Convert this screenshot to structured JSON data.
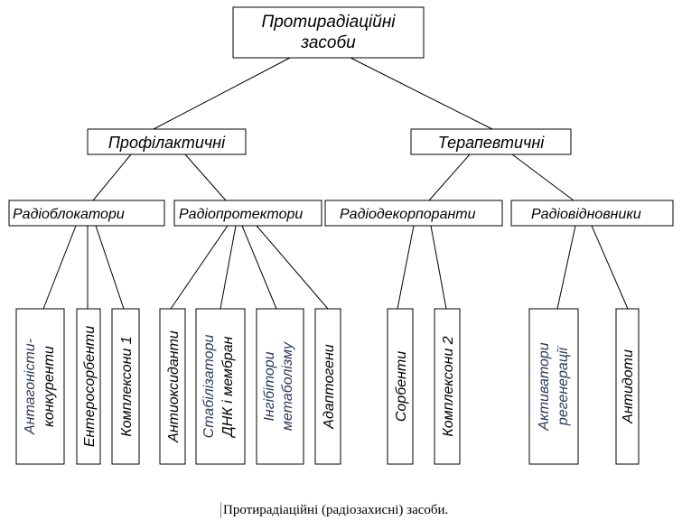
{
  "root": {
    "line1": "Протирадіаційні",
    "line2": "засоби"
  },
  "branches": {
    "prophylactic": "Профілактичні",
    "therapeutic": "Терапевтичні"
  },
  "groups": {
    "radioblockers": "Радіоблокатори",
    "radioprotectors": "Радіопротектори",
    "radiodecorporants": "Радіодекорпоранти",
    "radiorestorers": "Радіовідновники"
  },
  "leaves": {
    "antagonists": {
      "line1": "Антагоністи-",
      "line2": "конкуренти"
    },
    "enterosorbents": "Ентеросорбенти",
    "complexons1": "Комплексони 1",
    "antioxidants": "Антиоксиданти",
    "stabilizers": {
      "line1": "Стабілізатори",
      "line2": "ДНК і мембран"
    },
    "inhibitors": {
      "line1": "Інгібітори",
      "line2": "метаболізму"
    },
    "adaptogens": "Адаптогени",
    "sorbents": "Сорбенти",
    "complexons2": "Комплексони 2",
    "activators": {
      "line1": "Активатори",
      "line2": "регенерації"
    },
    "antidotes": "Антидоти"
  },
  "caption": "Протирадіаційні (радіозахисні) засоби.",
  "colors": {
    "dark_text": "#000000",
    "blue_text": "#2b3a55"
  }
}
